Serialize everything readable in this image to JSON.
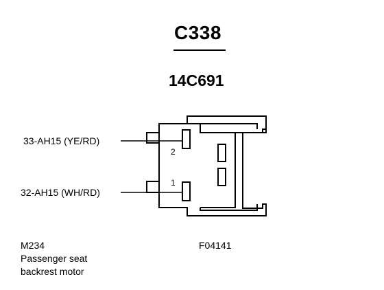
{
  "connector": {
    "id": "C338",
    "part_number": "14C691",
    "fig_code": "F04141"
  },
  "wires": [
    {
      "label": "33-AH15 (YE/RD)",
      "pin": "2"
    },
    {
      "label": "32-AH15 (WH/RD)",
      "pin": "1"
    }
  ],
  "component": {
    "code": "M234",
    "desc_line1": "Passenger seat",
    "desc_line2": "backrest motor"
  }
}
